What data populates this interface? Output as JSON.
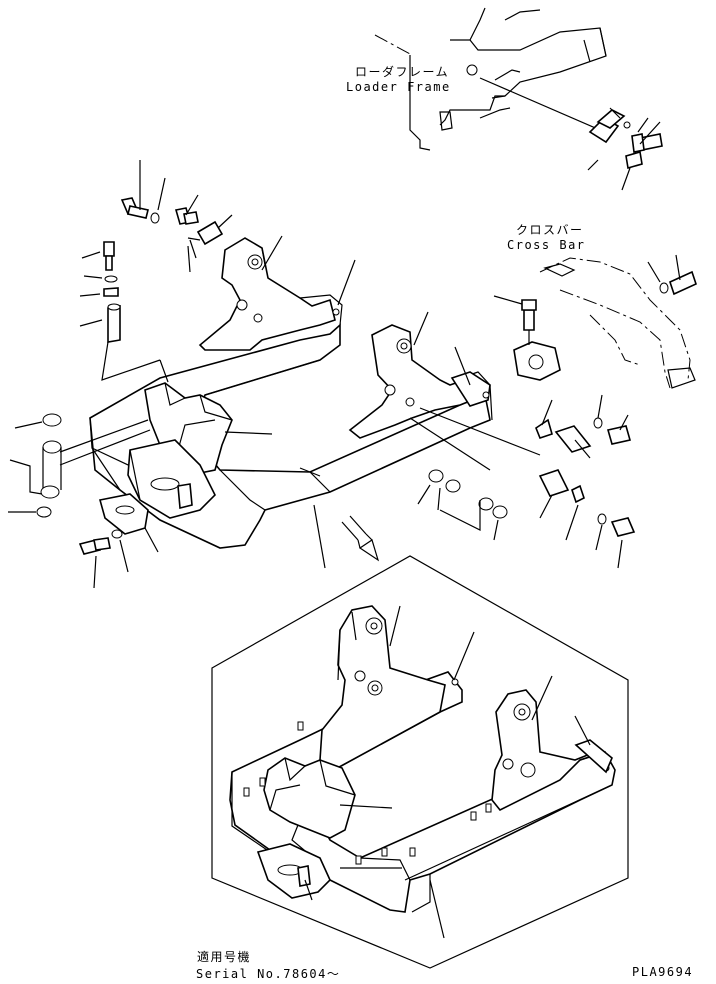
{
  "labels": {
    "loader_frame_jp": "ローダフレーム",
    "loader_frame_en": "Loader Frame",
    "cross_bar_jp": "クロスバー",
    "cross_bar_en": "Cross Bar",
    "applicable_jp": "適用号機",
    "serial": "Serial No.78604～",
    "drawing_code": "PLA9694"
  }
}
